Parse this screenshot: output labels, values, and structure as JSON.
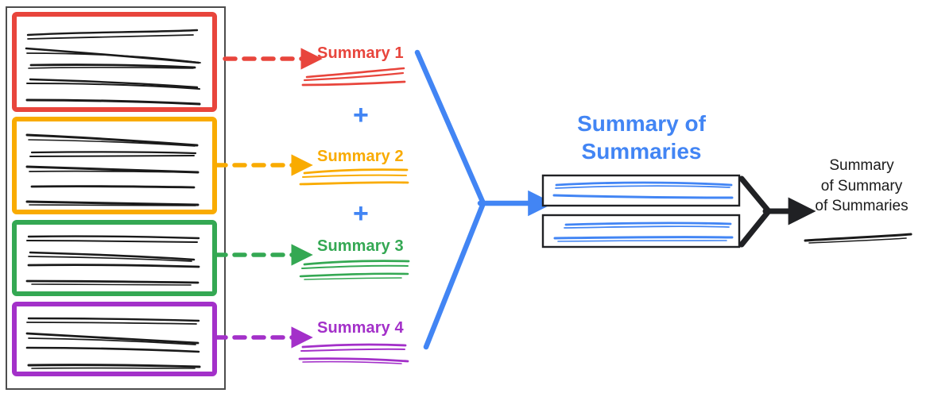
{
  "diagram": {
    "title": "Hierarchical map-reduce summarization diagram",
    "colors": {
      "red": "#E8453C",
      "orange": "#F9AB00",
      "green": "#34A853",
      "purple": "#A330C9",
      "blue": "#4285F4",
      "black": "#202124",
      "container_border": "#4d4d4d"
    }
  },
  "source_documents": {
    "container_name": "document-collection",
    "groups": [
      {
        "id": "group-1",
        "color": "#E8453C",
        "line_count": 5
      },
      {
        "id": "group-2",
        "color": "#F9AB00",
        "line_count": 5
      },
      {
        "id": "group-3",
        "color": "#34A853",
        "line_count": 4
      },
      {
        "id": "group-4",
        "color": "#A330C9",
        "line_count": 4
      }
    ]
  },
  "summaries": [
    {
      "label": "Summary 1",
      "color": "#E8453C",
      "scribble_lines": 3
    },
    {
      "label": "Summary 2",
      "color": "#F9AB00",
      "scribble_lines": 3
    },
    {
      "label": "Summary 3",
      "color": "#34A853",
      "scribble_lines": 3
    },
    {
      "label": "Summary 4",
      "color": "#A330C9",
      "scribble_lines": 3
    }
  ],
  "operators": [
    {
      "symbol": "+",
      "color": "#4285F4"
    },
    {
      "symbol": "+",
      "color": "#4285F4"
    }
  ],
  "summary_of_summaries": {
    "label_line_1": "Summary of",
    "label_line_2": "Summaries",
    "color": "#4285F4",
    "boxes": [
      {
        "id": "sos-box-1",
        "scribble_lines": 2
      },
      {
        "id": "sos-box-2",
        "scribble_lines": 2
      }
    ]
  },
  "final_output": {
    "label_line_1": "Summary",
    "label_line_2": "of Summary",
    "label_line_3": "of Summaries",
    "color": "#1a1a1a",
    "scribble_lines": 1
  },
  "connectors": {
    "dashed_arrows": [
      {
        "name": "dashed-arrow-red",
        "color": "#E8453C"
      },
      {
        "name": "dashed-arrow-orange",
        "color": "#F9AB00"
      },
      {
        "name": "dashed-arrow-green",
        "color": "#34A853"
      },
      {
        "name": "dashed-arrow-purple",
        "color": "#A330C9"
      }
    ],
    "blue_merge_arrow": {
      "name": "blue-merge-arrow",
      "color": "#4285F4"
    },
    "black_merge_arrow": {
      "name": "black-merge-arrow",
      "color": "#202124"
    }
  }
}
